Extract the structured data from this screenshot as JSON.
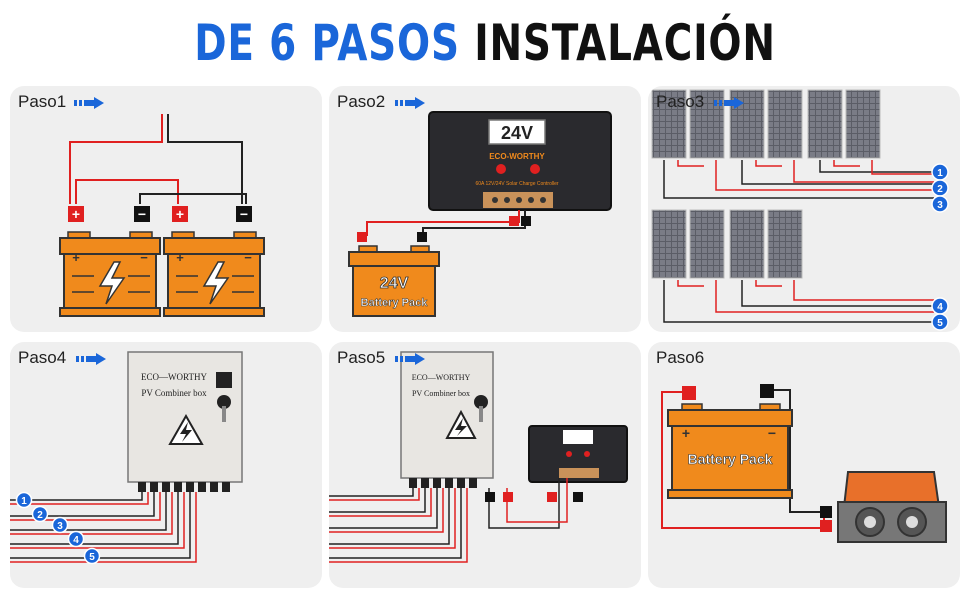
{
  "title": {
    "part1": "DE 6 PASOS",
    "part2": "INSTALACIÓN"
  },
  "steps": [
    {
      "label": "Paso1"
    },
    {
      "label": "Paso2",
      "controller_display": "24V",
      "controller_brand": "ECO-WORTHY",
      "controller_model": "60A 12V/24V Solar Charge Controller",
      "battery_voltage": "24V",
      "battery_name": "Battery Pack"
    },
    {
      "label": "Paso3"
    },
    {
      "label": "Paso4",
      "box_brand": "ECO—WORTHY",
      "box_name": "PV Combiner box"
    },
    {
      "label": "Paso5",
      "box_brand": "ECO—WORTHY",
      "box_name": "PV Combiner box"
    },
    {
      "label": "Paso6",
      "battery_name": "Battery Pack"
    }
  ],
  "numbers": [
    "1",
    "2",
    "3",
    "4",
    "5"
  ],
  "symbols": {
    "plus": "+",
    "minus": "−"
  },
  "colors": {
    "title_blue": "#1a66d9",
    "battery_orange": "#f08a1c",
    "wire_red": "#e02020",
    "badge_blue": "#1a66d9"
  }
}
